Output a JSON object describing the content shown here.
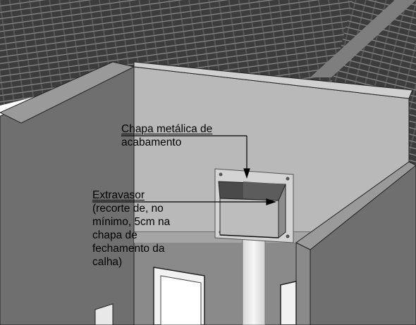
{
  "annotations": {
    "chapa": {
      "line1": "Chapa metálica de",
      "line2": "acabamento"
    },
    "extravasor": {
      "line1": "Extravasor",
      "line2": "(recorte de, no",
      "line3": "mínimo, 5cm na",
      "line4": "chapa de",
      "line5": "fechamento da",
      "line6": "calha)"
    }
  },
  "colors": {
    "roof_tile": "#4a4a4a",
    "wall_light": "#b9b9b9",
    "wall_dark": "#6f6f6f",
    "metal_plate": "#cfcfcf",
    "pipe": "#eeeeee"
  }
}
